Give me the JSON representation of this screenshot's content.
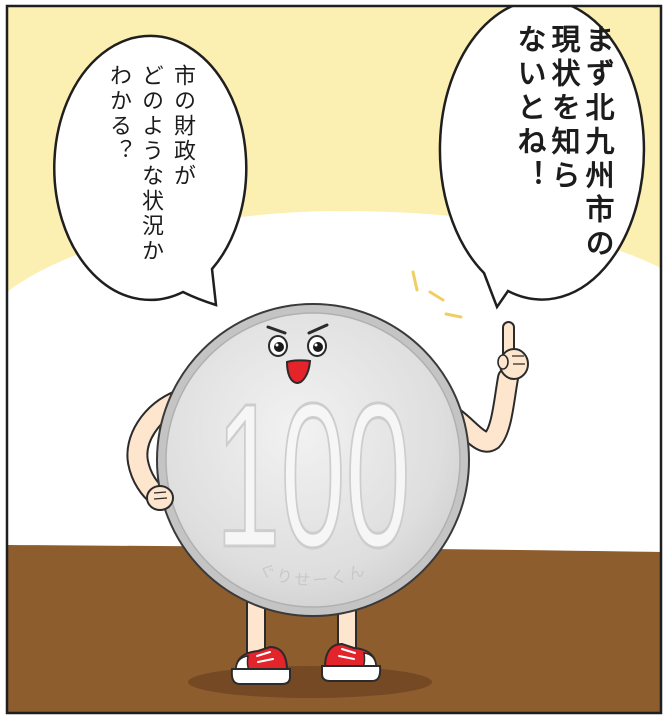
{
  "left_bubble": {
    "lines": [
      "市の財政が",
      "どのような状況か",
      "わかる？"
    ]
  },
  "right_bubble": {
    "lines": [
      "まず北九州市の",
      "現状を知ら",
      "ないとね！"
    ]
  },
  "coin": {
    "denomination": "100",
    "engraving": "ぐりせーくん"
  },
  "colors": {
    "sky": "#fcefb2",
    "hill": "#ffffff",
    "floor": "#8e5d2e",
    "floor_shadow": "#6c4320",
    "coin_rim": "#c4c4c4",
    "skin": "#fde6cd",
    "shoe": "#e3242b",
    "mouth": "#e5232a",
    "outline": "#2b2b2b",
    "accent_lines": "#efcf63"
  }
}
